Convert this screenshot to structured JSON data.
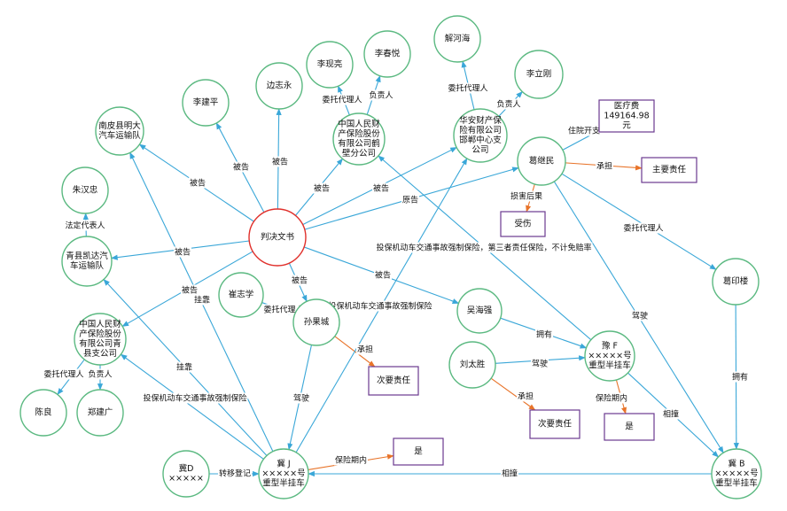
{
  "colors": {
    "edge_blue": "#3aa7d8",
    "edge_orange": "#e8742a",
    "node_green": "#5bb981",
    "center_red": "#e0302b",
    "box_purple": "#6b3a8f"
  },
  "nodes": [
    {
      "id": "center",
      "lines": [
        "判决文书"
      ]
    },
    {
      "id": "nanpi",
      "lines": [
        "南皮县明大",
        "汽车运输队"
      ]
    },
    {
      "id": "lijianping",
      "lines": [
        "李建平"
      ]
    },
    {
      "id": "bianzhiyong",
      "lines": [
        "边志永"
      ]
    },
    {
      "id": "lixianliang",
      "lines": [
        "李现亮"
      ]
    },
    {
      "id": "lichunyue",
      "lines": [
        "李春悦"
      ]
    },
    {
      "id": "renbao_handan",
      "lines": [
        "中国人民财",
        "产保险股份",
        "有限公司鹤",
        "壁分公司"
      ]
    },
    {
      "id": "xiehehai",
      "lines": [
        "解河海"
      ]
    },
    {
      "id": "lilingang",
      "lines": [
        "李立刚"
      ]
    },
    {
      "id": "huaan",
      "lines": [
        "华安财产保",
        "险有限公司",
        "邯郸中心支",
        "公司"
      ]
    },
    {
      "id": "gejimin",
      "lines": [
        "葛继民"
      ]
    },
    {
      "id": "zhuhanzhong",
      "lines": [
        "朱汉忠"
      ]
    },
    {
      "id": "qingxian_kaida",
      "lines": [
        "青县凯达汽",
        "车运输队"
      ]
    },
    {
      "id": "renbao_qingxian",
      "lines": [
        "中国人民财",
        "产保险股份",
        "有限公司青",
        "县支公司"
      ]
    },
    {
      "id": "chenliang",
      "lines": [
        "陈良"
      ]
    },
    {
      "id": "zhengjianguang",
      "lines": [
        "郑建广"
      ]
    },
    {
      "id": "cuizhixue",
      "lines": [
        "崔志学"
      ]
    },
    {
      "id": "sunguocheng",
      "lines": [
        "孙果城"
      ]
    },
    {
      "id": "wuhaiqiang",
      "lines": [
        "吴海强"
      ]
    },
    {
      "id": "liutaisheng",
      "lines": [
        "刘太胜"
      ]
    },
    {
      "id": "geyinlou",
      "lines": [
        "葛印楼"
      ]
    },
    {
      "id": "yu_f",
      "lines": [
        "豫 F",
        "×××××号",
        "重型半挂车"
      ]
    },
    {
      "id": "ji_j",
      "lines": [
        "冀 J",
        "×××××号",
        "重型半挂车"
      ]
    },
    {
      "id": "ji_b",
      "lines": [
        "冀 B",
        "×××××号",
        "重型半挂车"
      ]
    },
    {
      "id": "ji_d",
      "lines": [
        "冀D",
        "×××××"
      ]
    },
    {
      "id": "medical",
      "lines": [
        "医疗费",
        "149164.98",
        "元"
      ]
    },
    {
      "id": "main_resp",
      "lines": [
        "主要责任"
      ]
    },
    {
      "id": "injury",
      "lines": [
        "受伤"
      ]
    },
    {
      "id": "sec_resp1",
      "lines": [
        "次要责任"
      ]
    },
    {
      "id": "sec_resp2",
      "lines": [
        "次要责任"
      ]
    },
    {
      "id": "yes1",
      "lines": [
        "是"
      ]
    },
    {
      "id": "yes2",
      "lines": [
        "是"
      ]
    }
  ],
  "edges": [
    {
      "id": "e01",
      "label": "被告"
    },
    {
      "id": "e02",
      "label": "被告"
    },
    {
      "id": "e03",
      "label": "被告"
    },
    {
      "id": "e04",
      "label": "被告"
    },
    {
      "id": "e05",
      "label": "被告"
    },
    {
      "id": "e06",
      "label": "原告"
    },
    {
      "id": "e07",
      "label": "被告"
    },
    {
      "id": "e08",
      "label": "被告"
    },
    {
      "id": "e09",
      "label": "被告"
    },
    {
      "id": "e10",
      "label": "被告"
    },
    {
      "id": "e11",
      "label": "委托代理人"
    },
    {
      "id": "e12",
      "label": "负责人"
    },
    {
      "id": "e13",
      "label": "委托代理人"
    },
    {
      "id": "e14",
      "label": "负责人"
    },
    {
      "id": "e15",
      "label": "住院开支"
    },
    {
      "id": "e16",
      "label": "承担"
    },
    {
      "id": "e17",
      "label": "损害后果"
    },
    {
      "id": "e18",
      "label": "委托代理人"
    },
    {
      "id": "e19",
      "label": "驾驶"
    },
    {
      "id": "e20",
      "label": "拥有"
    },
    {
      "id": "e21",
      "label": "法定代表人"
    },
    {
      "id": "e22",
      "label": "挂靠"
    },
    {
      "id": "e23",
      "label": "委托代理人"
    },
    {
      "id": "e24",
      "label": "负责人"
    },
    {
      "id": "e25",
      "label": "挂靠"
    },
    {
      "id": "e26",
      "label": "投保机动车交通事故强制保险"
    },
    {
      "id": "e27",
      "label": "委托代理人"
    },
    {
      "id": "e28",
      "label": "承担"
    },
    {
      "id": "e29",
      "label": "驾驶"
    },
    {
      "id": "e30",
      "label": "投保机动车交通事故强制保险"
    },
    {
      "id": "e31",
      "label": "拥有"
    },
    {
      "id": "e32",
      "label": "驾驶"
    },
    {
      "id": "e33",
      "label": "承担"
    },
    {
      "id": "e34",
      "label": "投保机动车交通事故强制保险，第三者责任保险，不计免赔率"
    },
    {
      "id": "e35",
      "label": "保险期内"
    },
    {
      "id": "e36",
      "label": "相撞"
    },
    {
      "id": "e37",
      "label": "保险期内"
    },
    {
      "id": "e38",
      "label": "相撞"
    },
    {
      "id": "e39",
      "label": "转移登记"
    }
  ]
}
